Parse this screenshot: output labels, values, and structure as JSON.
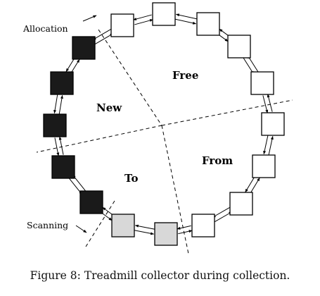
{
  "labels": {
    "allocation": "Allocation",
    "scanning": "Scanning",
    "free": "Free",
    "new": "New",
    "from": "From",
    "to": "To"
  },
  "caption": "Figure 8: Treadmill collector during collection.",
  "colors": {
    "new_cell": "#1a1a1a",
    "scanned_cell": "#d8d8d8",
    "white_cell": "#ffffff",
    "stroke": "#000000"
  }
}
